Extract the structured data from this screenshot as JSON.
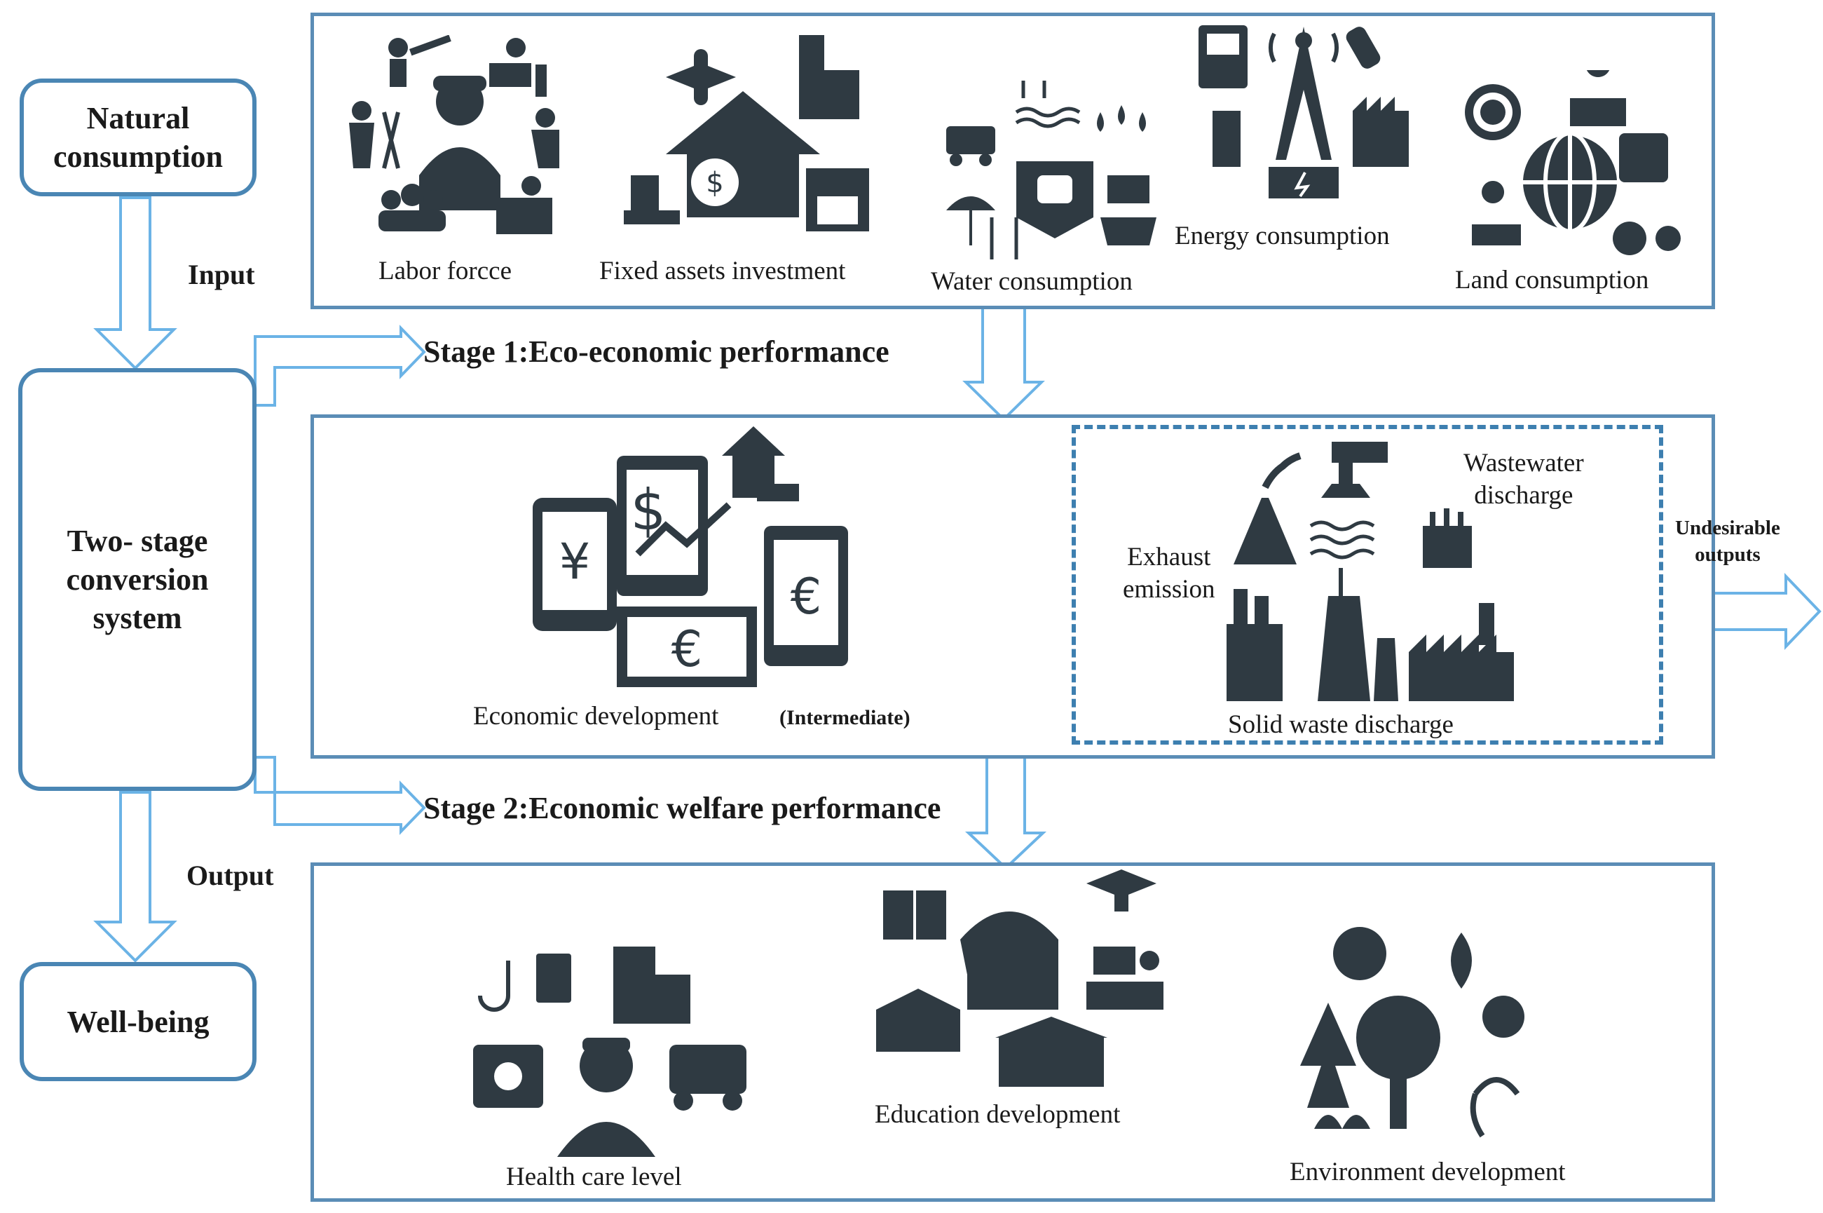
{
  "left_column": {
    "natural_consumption": "Natural\nconsumption",
    "two_stage": "Two- stage\nconversion\nsystem",
    "well_being": "Well-being",
    "input_label": "Input",
    "output_label": "Output"
  },
  "stages": {
    "stage1": "Stage 1:Eco-economic performance",
    "stage2": "Stage 2:Economic welfare performance"
  },
  "inputs": {
    "labor": "Labor forcce",
    "fixed_assets": "Fixed assets investment",
    "water": "Water consumption",
    "energy": "Energy consumption",
    "land": "Land consumption"
  },
  "intermediate": {
    "economic": "Economic development",
    "intermediate_tag": "(Intermediate)",
    "exhaust": "Exhaust\nemission",
    "wastewater": "Wastewater\ndischarge",
    "solid_waste": "Solid waste discharge",
    "undesirable": "Undesirable\noutputs"
  },
  "outputs": {
    "health": "Health care level",
    "education": "Education development",
    "environment": "Environment development"
  },
  "colors": {
    "arrow": "#6bb3e6",
    "box_border": "#4a86b4",
    "icon": "#2f3a42"
  }
}
